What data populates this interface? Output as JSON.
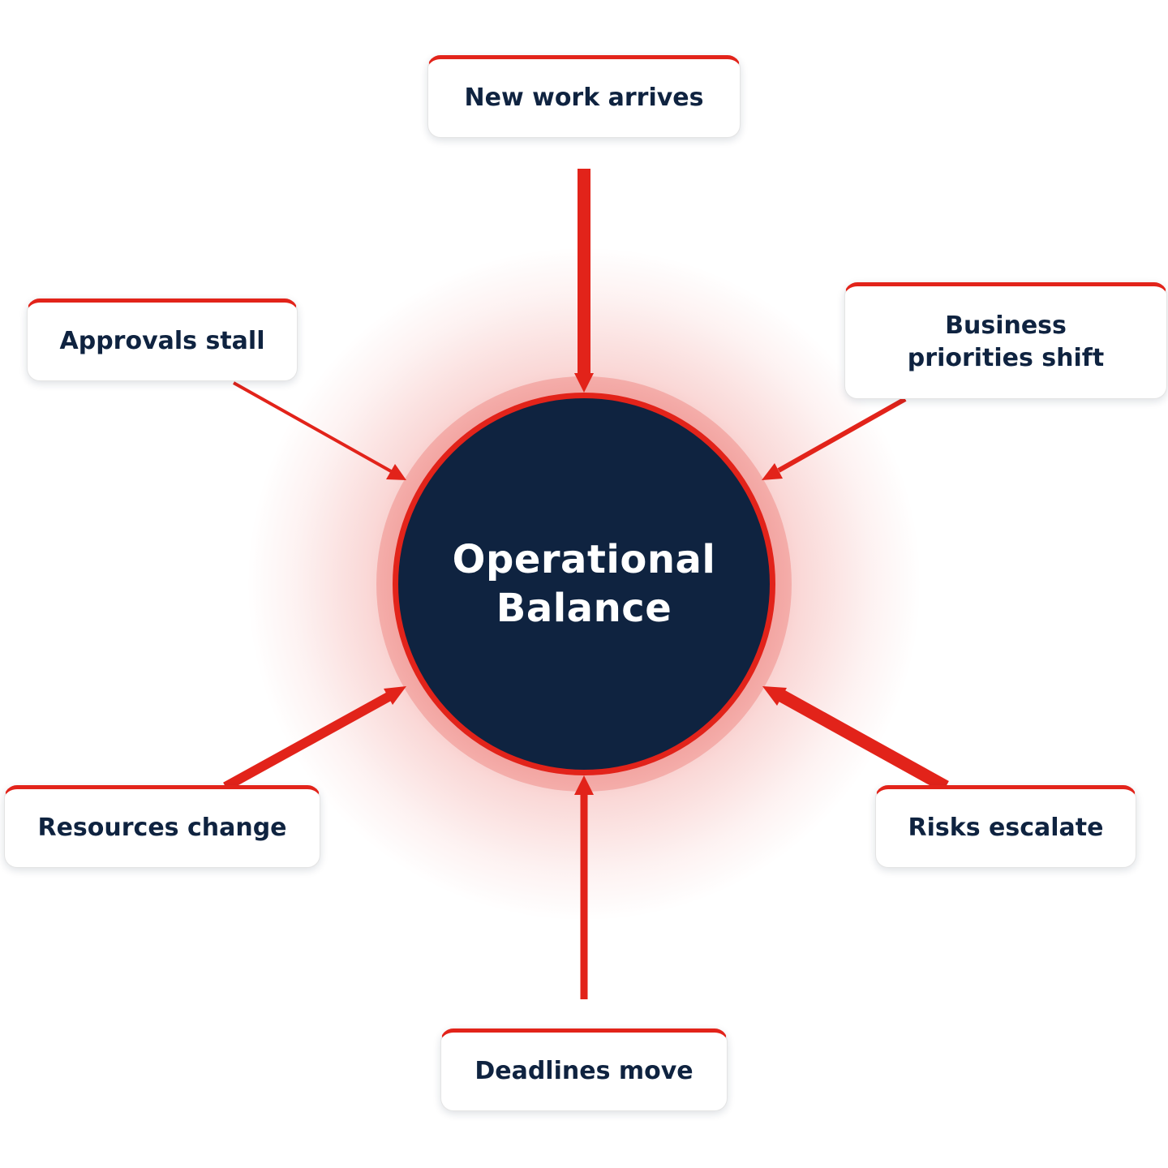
{
  "center": {
    "title": "Operational Balance"
  },
  "factors": [
    {
      "label": "New work arrives"
    },
    {
      "label": "Approvals stall"
    },
    {
      "label": "Business priorities shift"
    },
    {
      "label": "Resources change"
    },
    {
      "label": "Risks escalate"
    },
    {
      "label": "Deadlines move"
    }
  ],
  "colors": {
    "accent": "#e2231a",
    "navy": "#0f2340",
    "card_background": "#ffffff"
  }
}
